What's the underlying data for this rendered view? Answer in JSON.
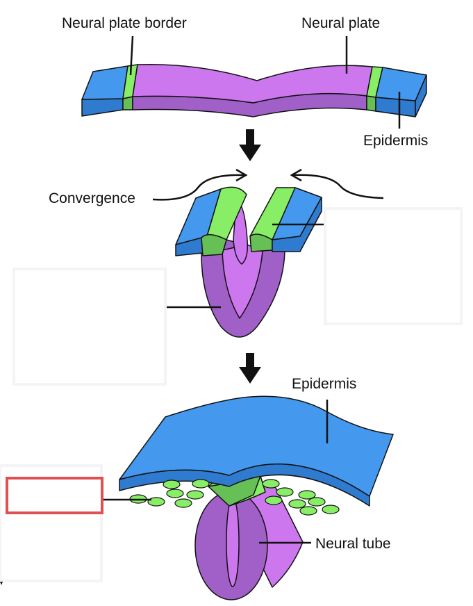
{
  "labels": {
    "neural_plate_border": "Neural plate border",
    "neural_plate": "Neural plate",
    "epidermis_top": "Epidermis",
    "convergence": "Convergence",
    "epidermis_bottom": "Epidermis",
    "neural_tube": "Neural tube"
  },
  "colors": {
    "epidermis": "#4499ee",
    "epidermis_dark": "#2f7bd0",
    "neural_plate": "#cc77ee",
    "neural_plate_dark": "#a060c8",
    "border": "#88ee66",
    "border_dark": "#66c055",
    "highlight_box": "#e05050",
    "label_line": "#111111"
  }
}
